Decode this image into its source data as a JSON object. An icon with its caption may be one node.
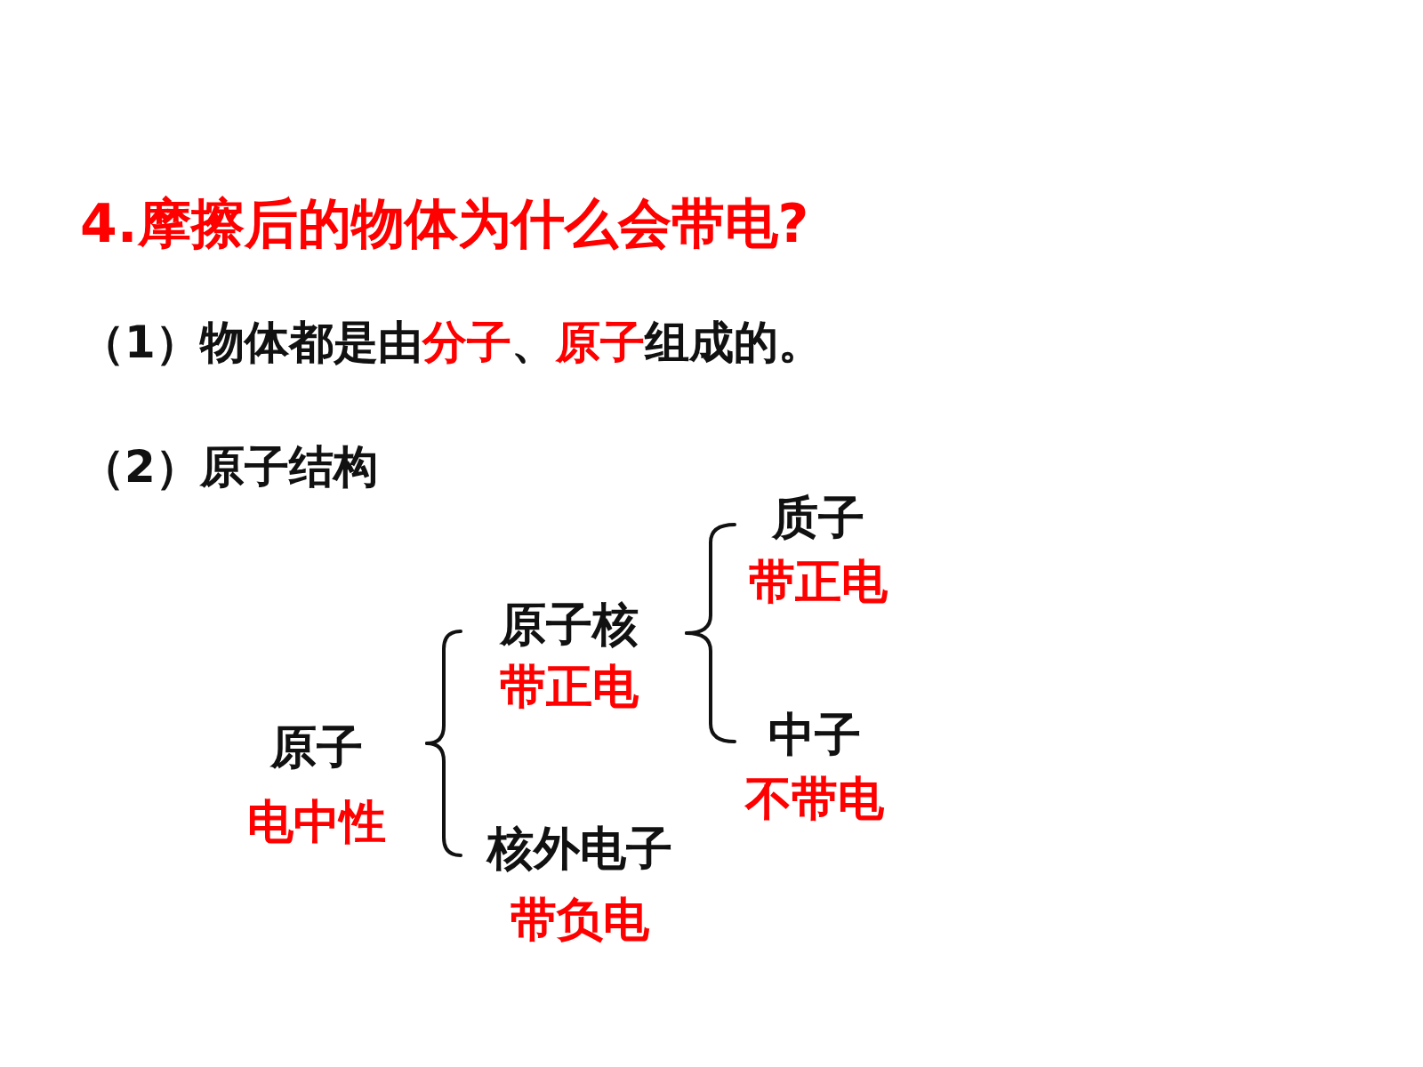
{
  "diagram": {
    "title": "4.摩擦后的物体为什么会带电?",
    "nodes": [
      {
        "text": [
          "原子",
          "电中性"
        ]
      },
      {
        "text": [
          "原子核",
          "带正电"
        ]
      },
      {
        "text": [
          "核外电子",
          "带负电"
        ]
      },
      {
        "text": [
          "质子",
          "带正电"
        ]
      },
      {
        "text": [
          "中子",
          "不带电"
        ]
      }
    ],
    "edges": [
      {
        "from": 0,
        "to": 1,
        "arrow": "none"
      },
      {
        "from": 0,
        "to": 2,
        "arrow": "none"
      },
      {
        "from": 1,
        "to": 3,
        "arrow": "none"
      },
      {
        "from": 1,
        "to": 4,
        "arrow": "none"
      }
    ],
    "labels": [
      "（1）物体都是由**分子**、**原子**组成的。",
      "（2）原子结构"
    ]
  }
}
